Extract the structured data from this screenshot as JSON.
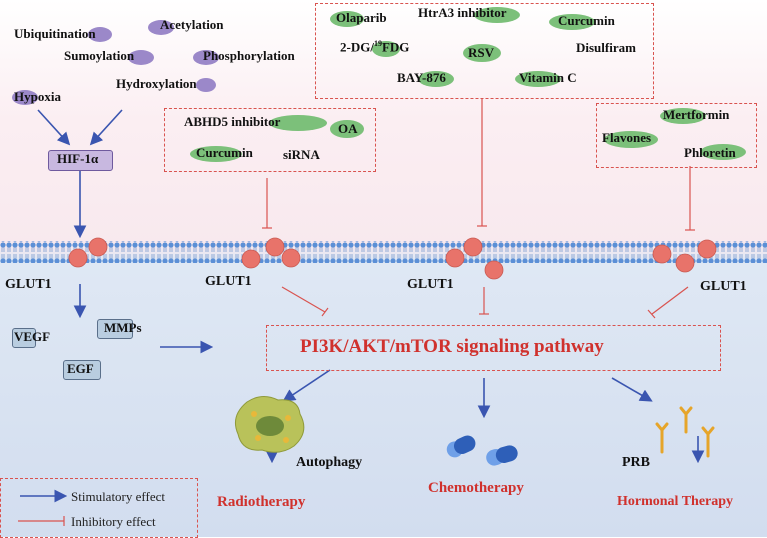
{
  "ptm": [
    "Ubiquitination",
    "Acetylation",
    "Sumoylation",
    "Phosphorylation",
    "Hydroxylation",
    "Hypoxia"
  ],
  "hif": "HIF-1α",
  "glut_label": "GLUT1",
  "box1": [
    "Olaparib",
    "HtrA3 inhibitor",
    "Curcumin",
    "2-DG/",
    "19",
    "FDG",
    "RSV",
    "Disulfiram",
    "BAY-876",
    "Vitamin C"
  ],
  "box2": [
    "ABHD5 inhibitor",
    "OA",
    "Curcumin",
    "siRNA"
  ],
  "box3": [
    "Mertformin",
    "Flavones",
    "Phloretin"
  ],
  "factors": [
    "VEGF",
    "MMPs",
    "EGF"
  ],
  "pathway": "PI3K/AKT/mTOR signaling pathway",
  "outcomes": {
    "autophagy": "Autophagy",
    "radio": "Radiotherapy",
    "chemo": "Chemotherapy",
    "prb": "PRB",
    "hormonal": "Hormonal Therapy"
  },
  "legend": {
    "stim": "Stimulatory effect",
    "inhib": "Inhibitory effect"
  },
  "colors": {
    "arrow_blue": "#3a55b0",
    "inhibit_red": "#d9534f",
    "glut": "#e8736a",
    "pathway_text": "#d0312d"
  }
}
